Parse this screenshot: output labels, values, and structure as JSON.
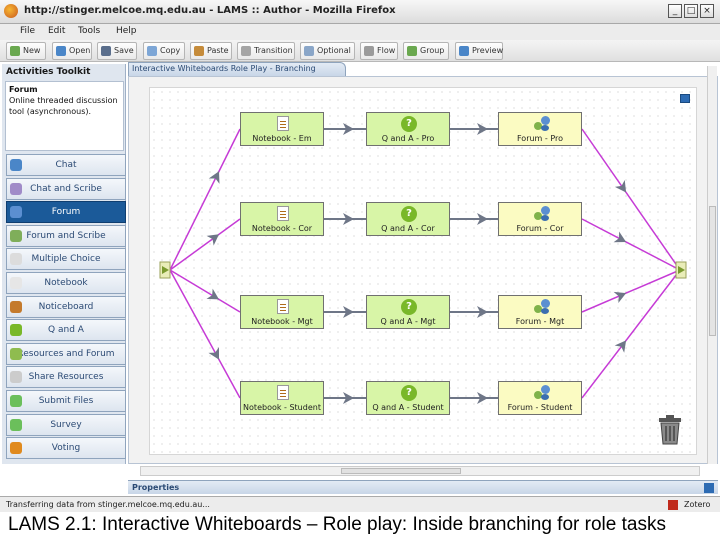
{
  "window": {
    "title": "http://stinger.melcoe.mq.edu.au - LAMS :: Author - Mozilla Firefox",
    "minimize": "_",
    "maximize": "□",
    "close": "×"
  },
  "menu": [
    "File",
    "Edit",
    "Tools",
    "Help"
  ],
  "toolbar": [
    {
      "label": "New",
      "icon": "new-icon",
      "color": "#6aa84f"
    },
    {
      "label": "Open",
      "icon": "open-folder-icon",
      "color": "#4a86c8"
    },
    {
      "label": "Save",
      "icon": "save-icon",
      "color": "#5a6e8c"
    },
    {
      "label": "Copy",
      "icon": "copy-icon",
      "color": "#7da6d6"
    },
    {
      "label": "Paste",
      "icon": "paste-icon",
      "color": "#c58b3a"
    },
    {
      "label": "Transition",
      "icon": "transition-pen-icon",
      "color": "#a5a5a5"
    },
    {
      "label": "Optional",
      "icon": "optional-icon",
      "color": "#8aa6c8"
    },
    {
      "label": "Flow",
      "icon": "flow-icon",
      "color": "#9b9b9b"
    },
    {
      "label": "Group",
      "icon": "group-icon",
      "color": "#6aa84f"
    },
    {
      "label": "Preview",
      "icon": "preview-icon",
      "color": "#4a86c8"
    }
  ],
  "toolkit": {
    "header": "Activities Toolkit",
    "description_title": "Forum",
    "description_text": "Online threaded discussion tool (asynchronous).",
    "items": [
      {
        "label": "Chat",
        "icon": "chat-icon",
        "color": "#4a86c8"
      },
      {
        "label": "Chat and Scribe",
        "icon": "chat-scribe-icon",
        "color": "#a08bc8"
      },
      {
        "label": "Forum",
        "icon": "forum-icon",
        "color": "#5b8fd1",
        "selected": true
      },
      {
        "label": "Forum and Scribe",
        "icon": "forum-scribe-icon",
        "color": "#7fae5a"
      },
      {
        "label": "Multiple Choice",
        "icon": "multiple-choice-icon",
        "color": "#dcdcdc"
      },
      {
        "label": "Notebook",
        "icon": "notebook-icon",
        "color": "#e6e6e6"
      },
      {
        "label": "Noticeboard",
        "icon": "noticeboard-icon",
        "color": "#c47a2c"
      },
      {
        "label": "Q and A",
        "icon": "qa-icon",
        "color": "#79b829"
      },
      {
        "label": "Resources and Forum",
        "icon": "resources-forum-icon",
        "color": "#8fbc4f"
      },
      {
        "label": "Share Resources",
        "icon": "share-resources-icon",
        "color": "#cccccc"
      },
      {
        "label": "Submit Files",
        "icon": "submit-files-icon",
        "color": "#6bbf5b"
      },
      {
        "label": "Survey",
        "icon": "survey-icon",
        "color": "#6bbf5b"
      },
      {
        "label": "Voting",
        "icon": "voting-icon",
        "color": "#e08a1e"
      }
    ]
  },
  "design": {
    "tab_label": "Interactive Whiteboards Role Play - Branching",
    "rows": [
      {
        "notebook": "Notebook - Em",
        "qa": "Q and A - Pro",
        "forum": "Forum - Pro"
      },
      {
        "notebook": "Notebook - Cor",
        "qa": "Q and A - Cor",
        "forum": "Forum - Cor"
      },
      {
        "notebook": "Notebook - Mgt",
        "qa": "Q and A - Mgt",
        "forum": "Forum - Mgt"
      },
      {
        "notebook": "Notebook - Student",
        "qa": "Q and A - Student",
        "forum": "Forum - Student"
      }
    ],
    "colors": {
      "branch_line": "#c63bd6",
      "arrow": "#6e7687",
      "qa_green": "#79b829"
    }
  },
  "properties_label": "Properties",
  "status": {
    "text": "Transferring data from stinger.melcoe.mq.edu.au...",
    "right": "Zotero"
  },
  "caption": "LAMS 2.1: Interactive Whiteboards – Role play: Inside branching for role tasks"
}
